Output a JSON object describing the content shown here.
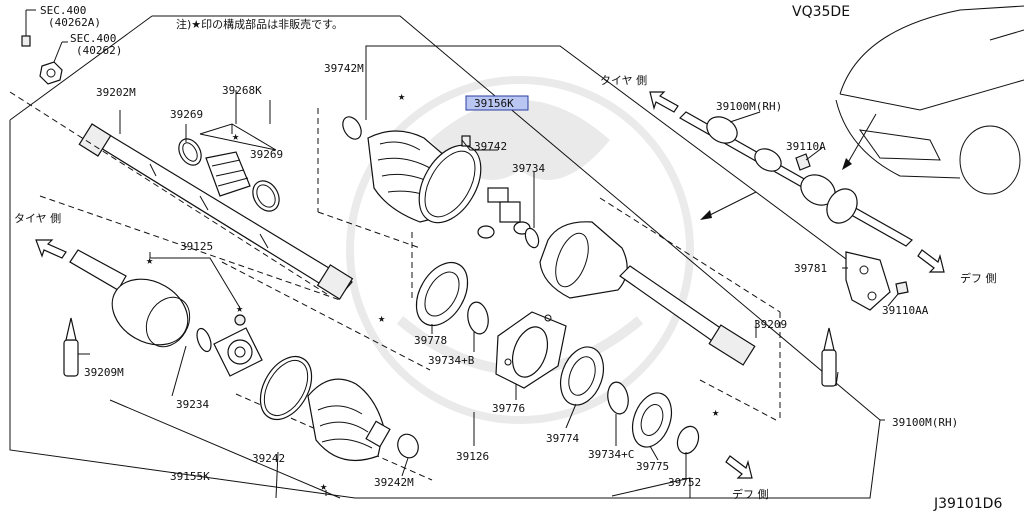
{
  "title": {
    "engine": "VQ35DE",
    "diagram_code": "J39101D6"
  },
  "note": "注)★印の構成部品は非販売です。",
  "direction_labels": {
    "tire_side_left": "タイヤ 側",
    "tire_side_top": "タイヤ 側",
    "diff_side_bottom": "デフ 側",
    "diff_side_right": "デフ 側"
  },
  "parts": {
    "sec_400_a": "SEC.400",
    "sec_400_a_ref": "(40262A)",
    "sec_400_b": "SEC.400",
    "sec_400_b_ref": "(40262)",
    "p39202m": "39202M",
    "p39268k": "39268K",
    "p39269_a": "39269",
    "p39269_b": "39269",
    "p39742m": "39742M",
    "p39156k": "39156K",
    "p39742": "39742",
    "p39734": "39734",
    "p39125": "39125",
    "p39209m": "39209M",
    "p39234": "39234",
    "p39242": "39242",
    "p39242m": "39242M",
    "p39155k": "39155K",
    "p39778": "39778",
    "p39734b": "39734+B",
    "p39776": "39776",
    "p39126": "39126",
    "p39774": "39774",
    "p39734c": "39734+C",
    "p39775": "39775",
    "p39752": "39752",
    "p39209": "39209",
    "p39100m_rh_main": "39100M(RH)",
    "p39100m_rh_top": "39100M(RH)",
    "p39110a": "39110A",
    "p39781": "39781",
    "p39110aa": "39110AA"
  },
  "highlight": {
    "part": "39156K",
    "color": "#b9c6f2"
  }
}
